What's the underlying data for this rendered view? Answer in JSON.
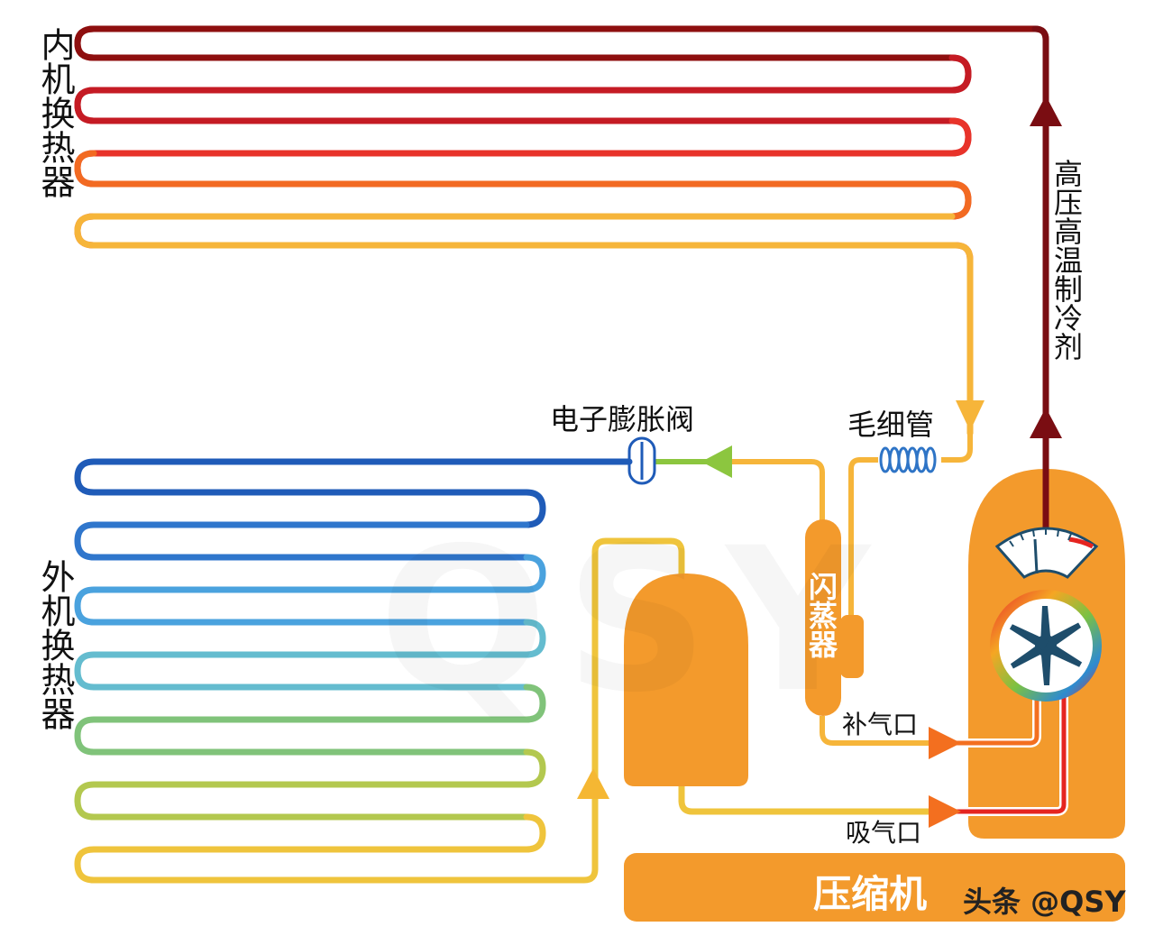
{
  "labels": {
    "indoor_exchanger": "内机换热器",
    "outdoor_exchanger": "外机换热器",
    "high_pressure_refrigerant": "高压高温制冷剂",
    "expansion_valve": "电子膨胀阀",
    "capillary": "毛细管",
    "flash_tank": "闪蒸器",
    "vapor_injection_port": "补气口",
    "suction_port": "吸气口",
    "compressor": "压缩机",
    "credit": "头条 @QSY",
    "watermark": "QSY"
  },
  "colors": {
    "indoor_gradient": [
      "#8e0f0f",
      "#d01c24",
      "#ee3a2b",
      "#f47a22",
      "#f6b53a"
    ],
    "outdoor_gradient": [
      "#1f5bb8",
      "#3c89d8",
      "#5bb2e2",
      "#66c2c0",
      "#86c46c",
      "#c2c84a",
      "#efc43c"
    ],
    "compressor_orange": "#f39a2c",
    "arrow_dark_red": "#7a0d12",
    "arrow_yellow": "#f5b733",
    "arrow_green": "#8cc63f",
    "arrow_orange": "#f3701f",
    "suction_red": "#e52420",
    "fan_blue": "#1e4d6b"
  }
}
